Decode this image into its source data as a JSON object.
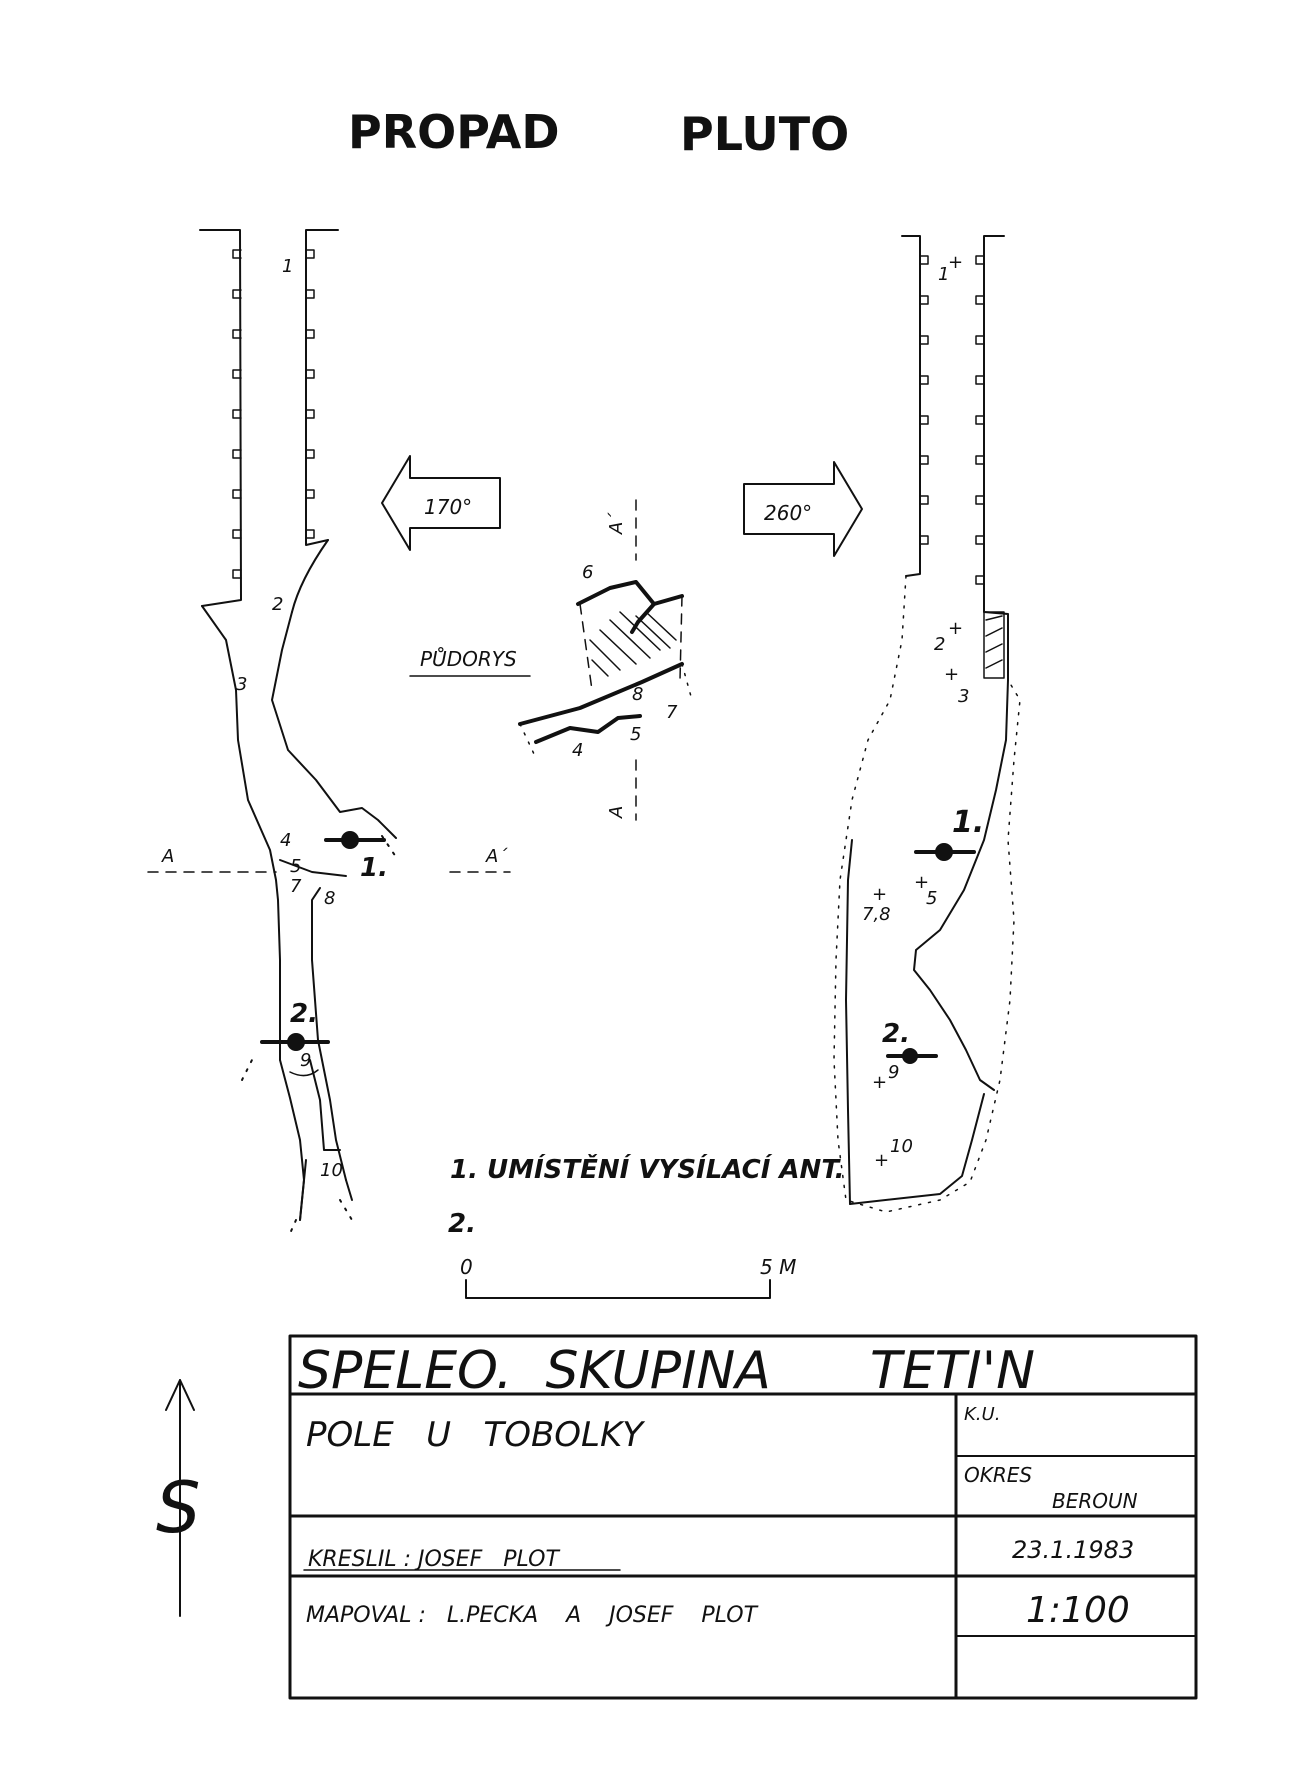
{
  "title": {
    "left": "PROPAD",
    "right": "PLUTO"
  },
  "arrows": {
    "left": "170°",
    "right": "260°"
  },
  "plan_label": "PŮDORYS",
  "section_labels": {
    "a": "A",
    "a_prime": "A´"
  },
  "stations_left": [
    "1",
    "2",
    "3",
    "4",
    "5",
    "7",
    "8",
    "9",
    "10"
  ],
  "stations_plan": [
    "4",
    "5",
    "6",
    "7",
    "8"
  ],
  "stations_right": [
    "1",
    "2",
    "3",
    "5",
    "7,8",
    "9",
    "10"
  ],
  "antenna_markers": [
    "1.",
    "2."
  ],
  "legend": {
    "item1": "1. UMÍSTĚNÍ VYSÍLACÍ ANT.",
    "item2": "2."
  },
  "scale_bar": {
    "start": "0",
    "end": "5 M"
  },
  "title_block": {
    "organization": "SPELEO.  SKUPINA      TETI'N",
    "location": "POLE   U   TOBOLKY",
    "ku_label": "K.U.",
    "okres_label": "OKRES",
    "okres_value": "BEROUN",
    "drawn_by": "KRESLIL : JOSEF   PLOT",
    "date": "23.1.1983",
    "mapped_by": "MAPOVAL :   L.PECKA    A    JOSEF    PLOT",
    "scale": "1:100"
  },
  "north_arrow_symbol": "S"
}
